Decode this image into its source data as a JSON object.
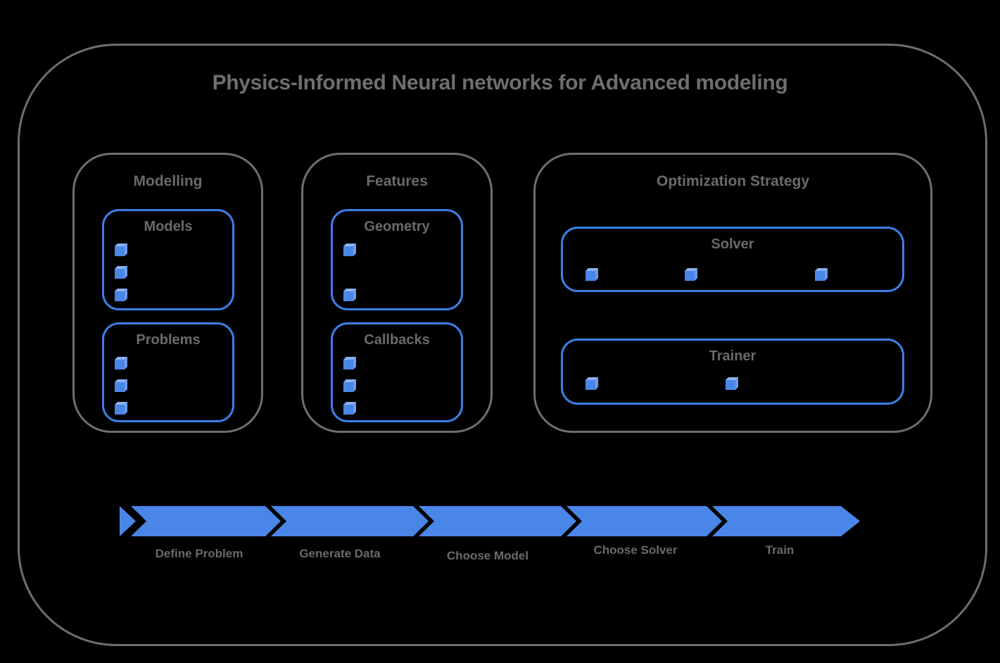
{
  "title": "Physics-Informed Neural networks for Advanced modeling",
  "groups": {
    "modelling": {
      "label": "Modelling",
      "cards": {
        "models": {
          "label": "Models",
          "bullets": 3
        },
        "problems": {
          "label": "Problems",
          "bullets": 3
        }
      }
    },
    "features": {
      "label": "Features",
      "cards": {
        "geometry": {
          "label": "Geometry",
          "bullets": 2
        },
        "callbacks": {
          "label": "Callbacks",
          "bullets": 3
        }
      }
    },
    "optimization": {
      "label": "Optimization Strategy",
      "cards": {
        "solver": {
          "label": "Solver",
          "bullets": 3
        },
        "trainer": {
          "label": "Trainer",
          "bullets": 2
        }
      }
    }
  },
  "flow": {
    "steps": [
      "Define Problem",
      "Generate Data",
      "Choose Model",
      "Choose Solver",
      "Train"
    ]
  },
  "colors": {
    "background": "#000000",
    "outline_gray": "#6e6e6e",
    "text_gray": "#6a6a6a",
    "arrow_blue": "#4a86e8",
    "card_border_blue": "#3d7ee8",
    "cube_front": "#4a86e8",
    "cube_top": "#8db2f2",
    "cube_side": "#6d9ceb"
  }
}
